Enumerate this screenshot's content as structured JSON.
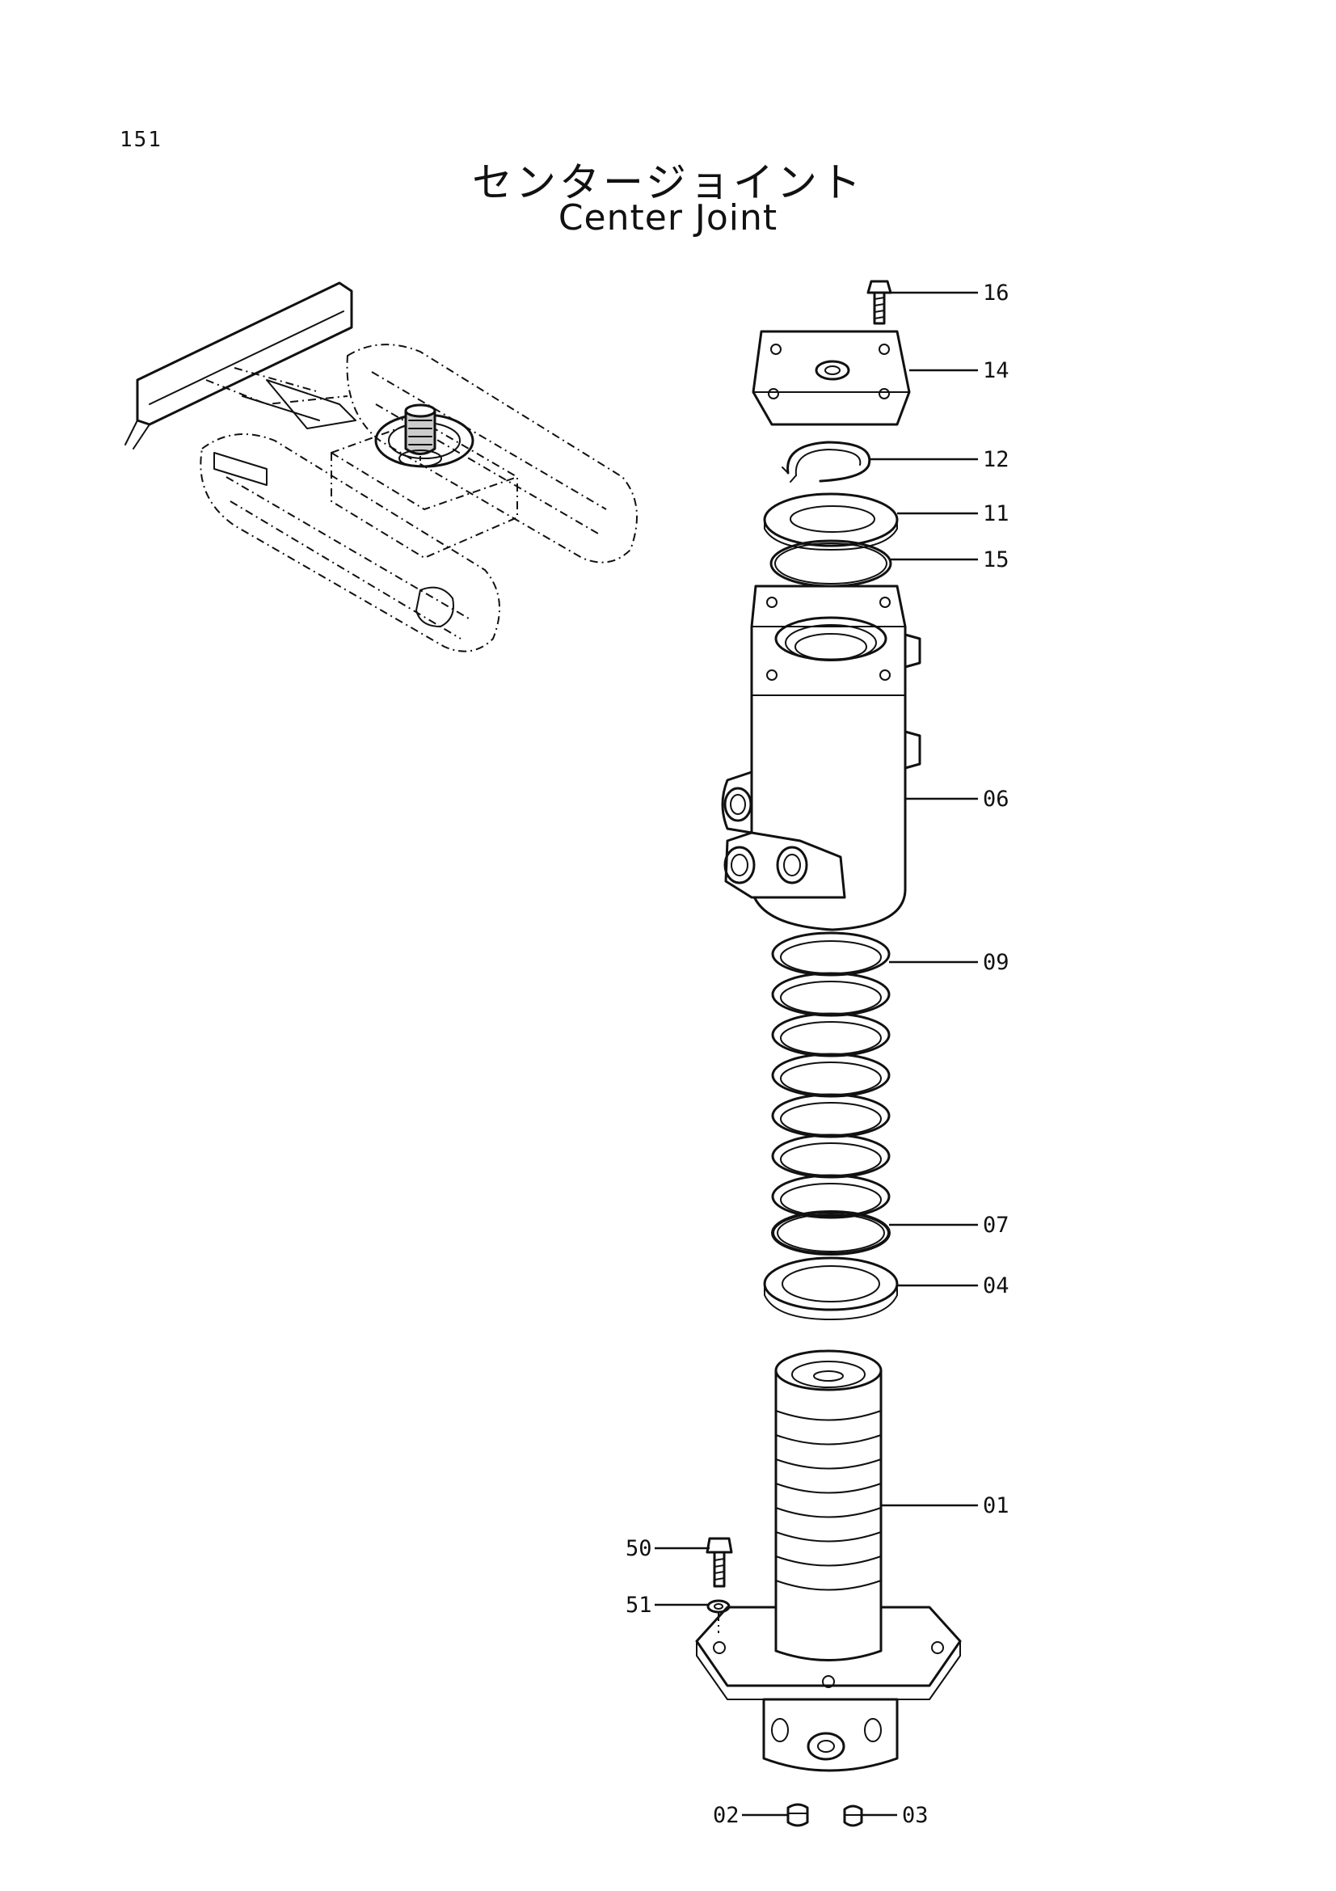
{
  "header": {
    "page_number": "151",
    "title_jp": "センタージョイント",
    "title_en": "Center Joint"
  },
  "callouts": {
    "c16": "16",
    "c14": "14",
    "c12": "12",
    "c11": "11",
    "c15": "15",
    "c06": "06",
    "c09": "09",
    "c07": "07",
    "c04": "04",
    "c01": "01",
    "c50": "50",
    "c51": "51",
    "c02": "02",
    "c03": "03"
  }
}
